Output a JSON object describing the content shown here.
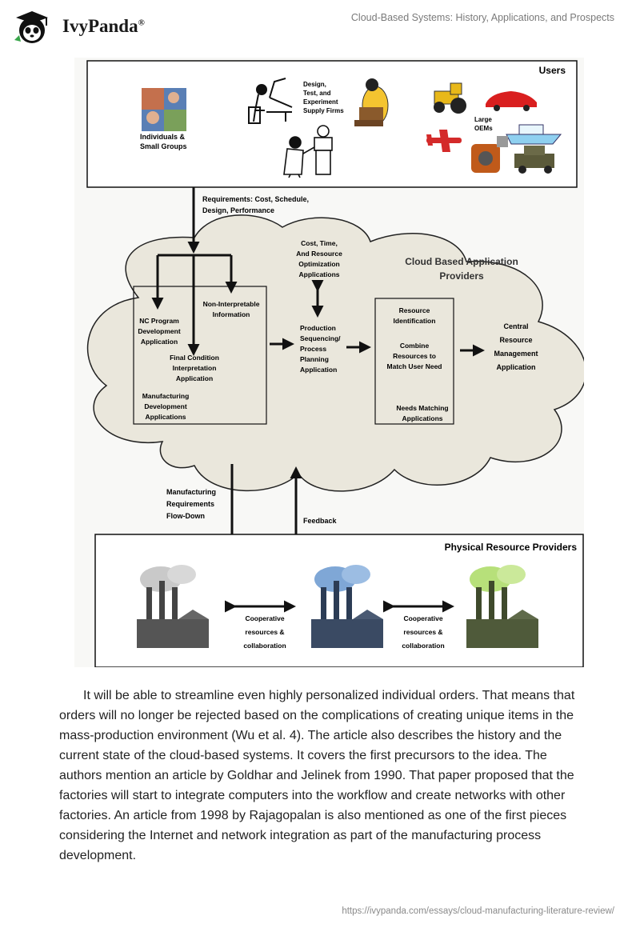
{
  "header": {
    "brand": "IvyPanda",
    "registered": "®",
    "doc_title": "Cloud-Based Systems: History, Applications, and Prospects"
  },
  "figure": {
    "users": {
      "title": "Users",
      "individuals_line1": "Individuals &",
      "individuals_line2": "Small Groups",
      "design_line1": "Design,",
      "design_line2": "Test, and",
      "design_line3": "Experiment",
      "design_line4": "Supply Firms",
      "oems_line1": "Large",
      "oems_line2": "OEMs"
    },
    "requirements_line1": "Requirements: Cost, Schedule,",
    "requirements_line2": "Design, Performance",
    "cloud": {
      "title_line1": "Cloud Based Application",
      "title_line2": "Providers",
      "optimization": [
        "Cost, Time,",
        "And Resource",
        "Optimization",
        "Applications"
      ],
      "non_interpretable": [
        "Non-Interpretable",
        "Information"
      ],
      "nc_program": [
        "NC Program",
        "Development",
        "Application"
      ],
      "final_condition": [
        "Final Condition",
        "Interpretation",
        "Application"
      ],
      "manufacturing_dev": [
        "Manufacturing",
        "Development",
        "Applications"
      ],
      "production": [
        "Production",
        "Sequencing/",
        "Process",
        "Planning",
        "Application"
      ],
      "resource_identification": [
        "Resource",
        "Identification"
      ],
      "combine_resources": [
        "Combine",
        "Resources to",
        "Match User Need"
      ],
      "needs_matching": [
        "Needs Matching",
        "Applications"
      ],
      "central": [
        "Central",
        "Resource",
        "Management",
        "Application"
      ]
    },
    "flowdown": [
      "Manufacturing",
      "Requirements",
      "Flow-Down"
    ],
    "feedback": "Feedback",
    "physical": {
      "title": "Physical Resource Providers",
      "coop_line1": "Cooperative",
      "coop_line2": "resources &",
      "coop_line3": "collaboration"
    }
  },
  "body_text": "It will be able to streamline even highly personalized individual orders. That means that orders will no longer be rejected based on the complications of creating unique items in the mass-production environment (Wu et al. 4). The article also describes the history and the current state of the cloud-based systems. It covers the first precursors to the idea. The authors mention an article by Goldhar and Jelinek from 1990. That paper proposed that the factories will start to integrate computers into the workflow and create networks with other factories. An article from 1998 by Rajagopalan is also mentioned as one of the first pieces considering the Internet and network integration as part of the manufacturing process development.",
  "footer_url": "https://ivypanda.com/essays/cloud-manufacturing-literature-review/",
  "colors": {
    "cloud_fill": "#eae7dc",
    "factory_left_smoke": "#c9c9c9",
    "factory_mid_smoke": "#7fa7d6",
    "factory_right_smoke": "#b7e07a"
  },
  "icons": [
    "ivypanda-logo-icon",
    "people-photo-icon",
    "engineer-desk-icon",
    "welder-icon",
    "scientist-icon",
    "tractor-icon",
    "sports-car-icon",
    "boat-icon",
    "airplane-icon",
    "engine-icon",
    "military-vehicle-icon",
    "factory-icon"
  ]
}
